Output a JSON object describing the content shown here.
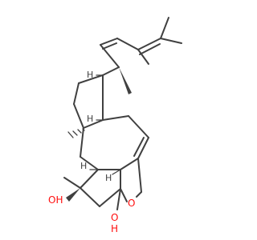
{
  "molecule": {
    "atom_labels": {
      "oh_left": "OH",
      "oh_bottom_o": "O",
      "oh_bottom_h": "H",
      "ring_oxygen": "O"
    },
    "stereo_h": [
      "H",
      "H",
      "H",
      "H"
    ],
    "colors": {
      "bond": "#404040",
      "oxygen": "#ff0d0d"
    }
  }
}
